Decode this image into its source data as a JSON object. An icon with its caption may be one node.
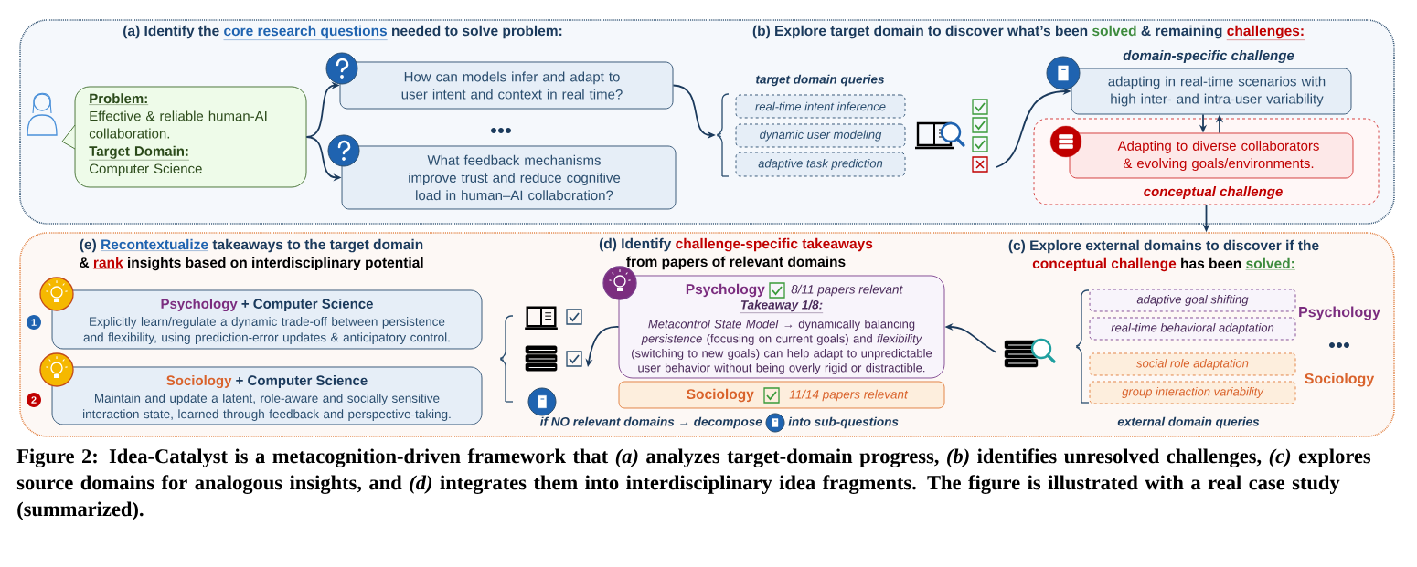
{
  "diagram": {
    "caption": "Figure 2: Idea-Catalyst is a metacognition-driven framework that *(a)* analyzes target-domain progress, *(b)* identifies unresolved challenges, *(c)* explores source domains for analogous insights, and *(d)* integrates them into interdisciplinary idea fragments. The figure is illustrated with a real case study (summarized).",
    "nodes": [
      {
        "text": [
          "(a) Identify the",
          "core research questions",
          "needed to solve problem:",
          "(b) Explore target domain to discover what’s been",
          "solved",
          "& remaining",
          "challenges:"
        ]
      },
      {
        "text": [
          "Problem:",
          "Effective & reliable human-AI collaboration.",
          "Target Domain:",
          "Computer Science"
        ],
        "in": 0
      },
      {
        "text": [
          "How can models infer and adapt to user intent and context in real time?"
        ],
        "in": 0
      },
      {
        "text": [
          "What feedback mechanisms improve trust and reduce cognitive load in human–AI collaboration?"
        ],
        "in": 0
      },
      {
        "text": [],
        "shape": "brace",
        "in": 0
      },
      {
        "text": [
          "real-time intent inference"
        ],
        "in": 0
      },
      {
        "text": [
          "dynamic user modeling"
        ],
        "in": 0
      },
      {
        "text": [
          "adaptive task prediction"
        ],
        "in": 0
      },
      {
        "text": [
          "domain-specific challenge",
          "adapting in real-time scenarios with high inter- and intra-user variability"
        ],
        "in": 0
      },
      {
        "text": [
          "conceptual challenge"
        ],
        "in": 0
      },
      {
        "text": [
          "Adapting to diverse collaborators & evolving goals/environments."
        ],
        "in": 9
      },
      {
        "text": [
          "(e)",
          "Recontextualize",
          "takeaways to the target domain",
          "&",
          "rank",
          "insights based on interdisciplinary potential",
          "(d) Identify",
          "challenge-specific takeaways",
          "from papers of relevant domains",
          "(c) Explore external domains to discover if the",
          "conceptual challenge",
          "has been",
          "solved:"
        ]
      },
      {
        "text": [
          "Psychology",
          "+ Computer Science",
          "Explicitly learn/regulate a dynamic trade-off between persistence and flexibility, using prediction-error updates & anticipatory control."
        ],
        "in": 11
      },
      {
        "text": [
          "Sociology",
          "+ Computer Science",
          "Maintain and update a latent, role-aware and socially sensitive interaction state, learned through feedback and perspective-taking."
        ],
        "in": 11
      },
      {
        "text": [
          "Psychology",
          "8/11 papers relevant",
          "Takeaway 1/8:",
          "*Metacontrol State Model* → dynamically balancing *persistence* (focusing on current goals) and *flexibility* (switching to new goals) can help adapt to unpredictable user behavior without being overly rigid or distractible."
        ],
        "in": 11
      },
      {
        "text": [
          "Sociology",
          "11/14 papers relevant"
        ],
        "in": 11
      },
      {
        "text": [],
        "shape": "books",
        "in": 11
      },
      {
        "text": [
          "adaptive goal shifting"
        ],
        "in": 11
      },
      {
        "text": [
          "real-time behavioral adaptation"
        ],
        "in": 11
      },
      {
        "text": [
          "social role adaptation"
        ],
        "in": 11
      },
      {
        "text": [
          "group interaction variability"
        ],
        "in": 11
      }
    ],
    "edges": [
      {
        "from": 1,
        "to": 2,
        "arrow": "to"
      },
      {
        "from": 1,
        "to": 3,
        "arrow": "to"
      },
      {
        "from": 2,
        "to": 4,
        "arrow": "to"
      },
      {
        "from": null,
        "to": 8,
        "arrow": "to"
      },
      {
        "from": 8,
        "to": 10,
        "arrow": "to"
      },
      {
        "from": 10,
        "to": 8,
        "arrow": "to"
      },
      {
        "from": 9,
        "to": 11,
        "arrow": "to"
      },
      {
        "from": 16,
        "to": 14,
        "arrow": "to"
      },
      {
        "from": 14,
        "to": null,
        "arrow": "to"
      }
    ],
    "labels": [
      "target domain queries",
      "1",
      "2",
      "if NO relevant domains → decompose",
      "into sub-questions",
      "Psychology",
      "Sociology",
      "external domain queries"
    ]
  }
}
